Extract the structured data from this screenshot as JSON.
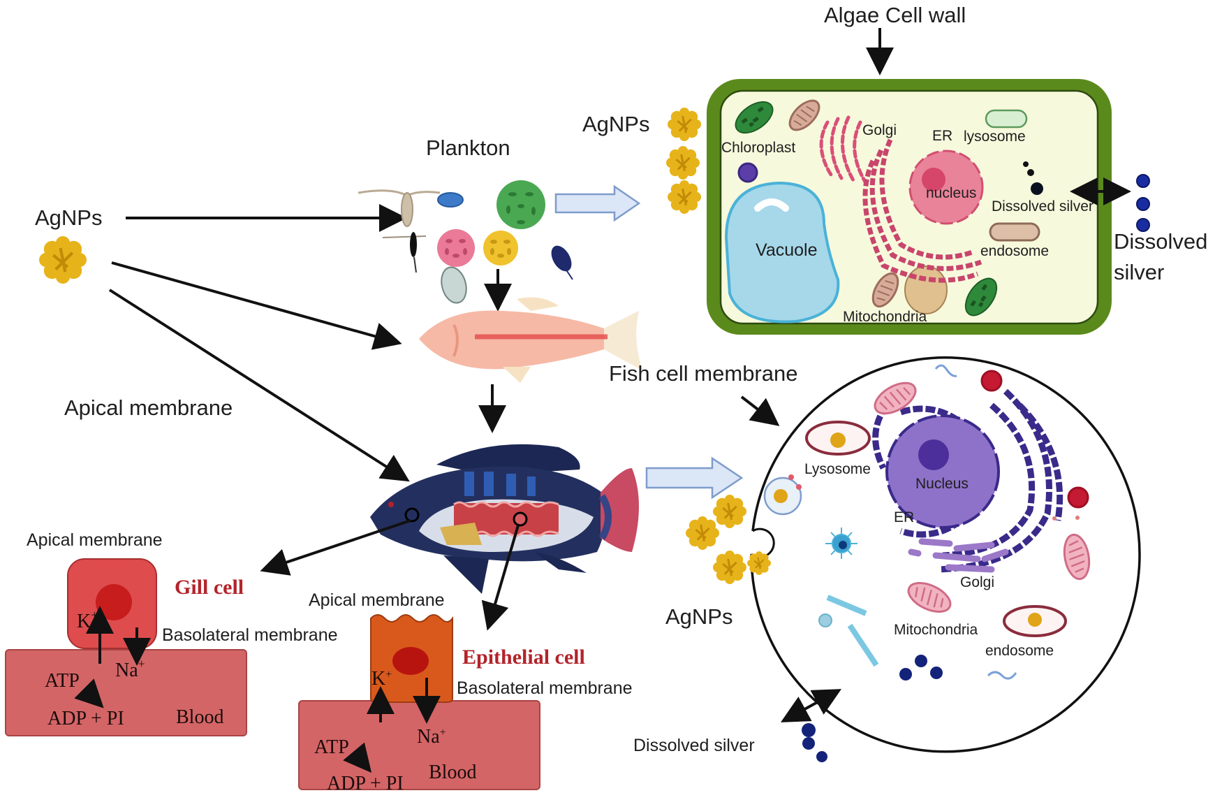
{
  "figure": {
    "top_labels": {
      "algae_cell_wall": "Algae Cell wall",
      "plankton": "Plankton",
      "agnps_source": "AgNPs",
      "agnps_algae": "AgNPs",
      "apical_membrane_main": "Apical membrane",
      "dissolved_silver_right": [
        "Dissolved",
        "silver"
      ]
    },
    "algae_cell": {
      "organelles": {
        "chloroplast": "Chloroplast",
        "golgi": "Golgi",
        "er": "ER",
        "lysosome": "lysosome",
        "nucleus": "nucleus",
        "dissolved_silver": "Dissolved silver",
        "vacuole": "Vacuole",
        "endosome": "endosome",
        "mitochondria": "Mitochondria"
      },
      "colors": {
        "wall": "#5b8a1c",
        "cytoplasm": "#f7f9dc",
        "vacuole": "#a6d8ea",
        "nucleus": "#e9839a",
        "er": "#c8456c",
        "chloroplast": "#2e8a3a"
      }
    },
    "fish_cell": {
      "title": "Fish cell membrane",
      "organelles": {
        "lysosome": "Lysosome",
        "nucleus": "Nucleus",
        "er": "ER",
        "golgi": "Golgi",
        "mitochondria": "Mitochondria",
        "endosome": "endosome"
      },
      "agnps": "AgNPs",
      "dissolved_silver": "Dissolved silver",
      "colors": {
        "nucleus": "#8e72c9",
        "er": "#3a2a8a",
        "golgi": "#9b78c8",
        "mitochondria": "#f0a9b8",
        "silver": "#14237a"
      }
    },
    "gill_cell": {
      "apical_membrane": "Apical membrane",
      "title": "Gill cell",
      "basolateral_membrane": "Basolateral membrane",
      "k_ion": "K",
      "k_sup": "+",
      "na_ion": "Na",
      "na_sup": "+",
      "atp": "ATP",
      "adp": "ADP + PI",
      "blood": "Blood",
      "colors": {
        "cell": "#de4c4e",
        "blood": "#d46566",
        "nucleus": "#c81d1d"
      }
    },
    "epithelial_cell": {
      "apical_membrane": "Apical membrane",
      "title": "Epithelial cell",
      "basolateral_membrane": "Basolateral membrane",
      "k_ion": "K",
      "k_sup": "+",
      "na_ion": "Na",
      "na_sup": "+",
      "atp": "ATP",
      "adp": "ADP + PI",
      "blood": "Blood",
      "colors": {
        "cell": "#d9591c",
        "blood": "#d46566",
        "nucleus": "#b8140f"
      }
    },
    "accent_colors": {
      "agnp": "#e7b31a",
      "hollow_arrow_fill": "#dbe6f7",
      "hollow_arrow_stroke": "#7e9ccc"
    }
  }
}
